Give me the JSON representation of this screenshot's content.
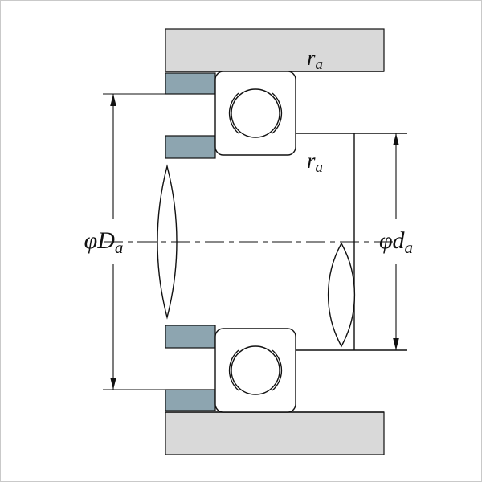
{
  "diagram": {
    "type": "bearing-mounting-dimension-drawing",
    "labels": {
      "housing_shoulder_dia": {
        "main": "φD",
        "sub": "a"
      },
      "shaft_shoulder_dia": {
        "main": "φd",
        "sub": "a"
      },
      "fillet_radius_top": {
        "main": "r",
        "sub": "a"
      },
      "fillet_radius_mid": {
        "main": "r",
        "sub": "a"
      }
    },
    "colors": {
      "background": "#ffffff",
      "housing_fill": "#d9d9d9",
      "shoulder_fill": "#8da5b0",
      "line": "#111111"
    }
  }
}
